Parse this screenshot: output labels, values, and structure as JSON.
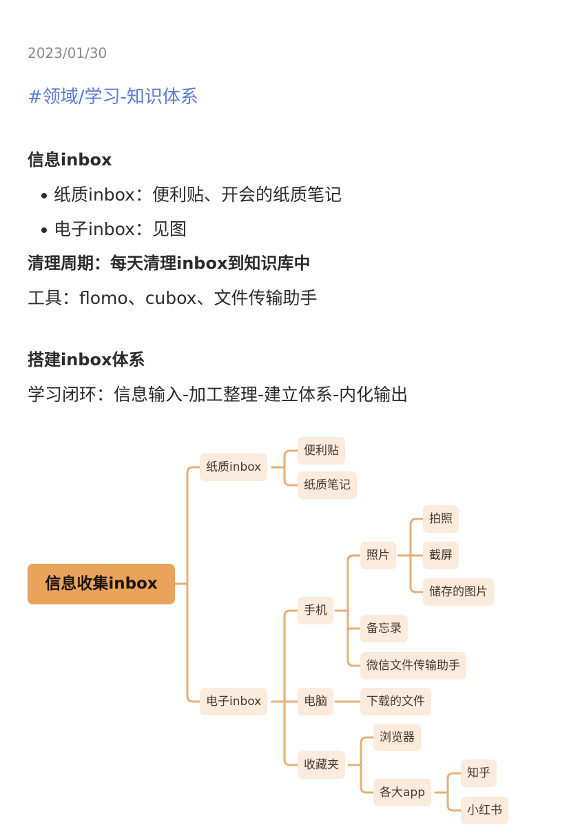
{
  "date": "2023/01/30",
  "tag": "#领域/学习-知识体系",
  "section1": {
    "title": "信息inbox",
    "bullets": [
      "纸质inbox：便利贴、开会的纸质笔记",
      "电子inbox：见图"
    ],
    "cycle": "清理周期：每天清理inbox到知识库中",
    "tools": "工具：flomo、cubox、文件传输助手"
  },
  "section2": {
    "title": "搭建inbox体系",
    "loop": "学习闭环：信息输入-加工整理-建立体系-内化输出"
  },
  "mindmap": {
    "root": "信息收集inbox",
    "paper": "纸质inbox",
    "sticky": "便利贴",
    "paper_notes": "纸质笔记",
    "digital": "电子inbox",
    "phone": "手机",
    "photos": "照片",
    "take_photo": "拍照",
    "screenshot": "截屏",
    "saved_images": "储存的图片",
    "memo": "备忘录",
    "wechat": "微信文件传输助手",
    "pc": "电脑",
    "downloads": "下载的文件",
    "favorites": "收藏夹",
    "browser": "浏览器",
    "apps": "各大app",
    "zhihu": "知乎",
    "xhs": "小红书",
    "line_color": "#E3B07A",
    "node_color": "#FBEBDC",
    "root_color": "#E9A35A"
  }
}
